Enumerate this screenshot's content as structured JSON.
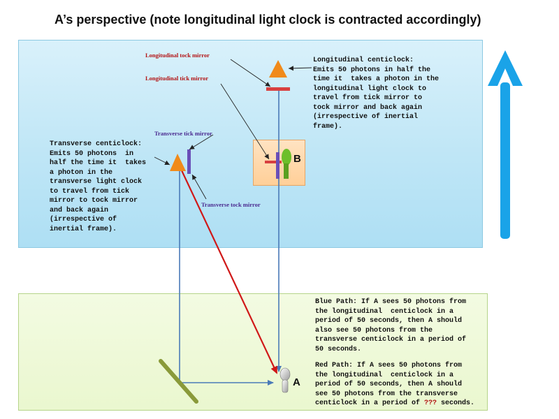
{
  "title": "A’s perspective (note longitudinal light clock is contracted accordingly)",
  "labels": {
    "longitudinal_tock_mirror": "Longitudinal tock mirror",
    "longitudinal_tick_mirror": "Longitudinal tick mirror",
    "transverse_tick_mirror": "Transverse tick mirror",
    "transverse_tock_mirror": "Transverse tock mirror",
    "b": "B",
    "a": "A"
  },
  "text": {
    "longitudinal_centiclock": "Longitudinal centiclock:\nEmits 50 photons in half the\ntime it  takes a photon in the\nlongitudinal light clock to\ntravel from tick mirror to\ntock mirror and back again\n(irrespective of inertial\nframe).",
    "transverse_centiclock": "Transverse centiclock:\nEmits 50 photons  in\nhalf the time it  takes\na photon in the\ntransverse light clock\nto travel from tick\nmirror to tock mirror\nand back again\n(irrespective of\ninertial frame).",
    "blue_path": "Blue Path: If A sees 50 photons from\nthe longitudinal  centiclock in a\nperiod of 50 seconds, then A should\nalso see 50 photons from the\ntransverse centiclock in a period of\n50 seconds.",
    "red_path_prefix": "Red Path: If A sees 50 photons from\nthe longitudinal  centiclock in a\nperiod of 50 seconds, then A should\nsee 50 photons from the transverse\ncenticlock in a period of ",
    "red_path_unknown": "???",
    "red_path_suffix": " seconds."
  },
  "colors": {
    "blue_path": "#4a7ab8",
    "red_path": "#d01818",
    "big_arrow": "#1aa3e8",
    "clock_orange": "#f08a1a",
    "mirror_purple": "#6a4fb8",
    "mirror_red": "#d84040",
    "observer_green": "#6cbf2a",
    "deflector": "#8a9a3a"
  },
  "icons": {
    "big_arrow": "up-arrow-icon",
    "longitudinal_clock": "triangle-icon",
    "transverse_clock": "triangle-icon",
    "observer_a": "bulb-icon",
    "observer_b": "bulb-icon",
    "deflector": "mirror-icon"
  }
}
